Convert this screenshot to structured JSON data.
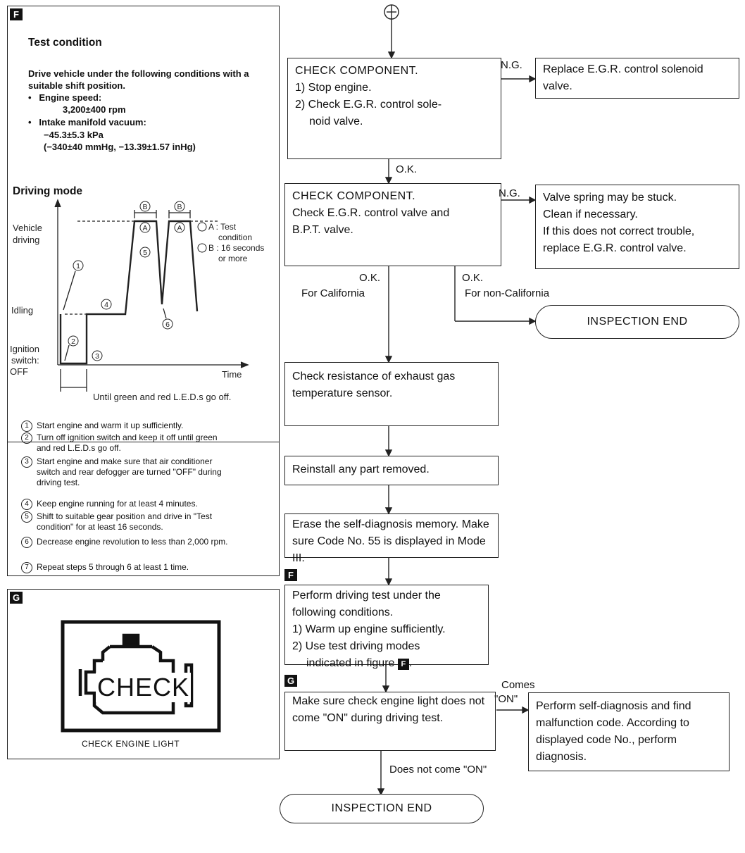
{
  "panel_f": {
    "badge": "F",
    "heading": "Test condition",
    "intro": "Drive vehicle under the following conditions with a suitable shift position.",
    "engine_speed_label": "Engine speed:",
    "engine_speed_value": "3,200±400 rpm",
    "vacuum_label": "Intake manifold vacuum:",
    "vacuum_value_1": "−45.3±5.3 kPa",
    "vacuum_value_2": "(−340±40 mmHg, −13.39±1.57 inHg)",
    "driving_mode_heading": "Driving mode",
    "graph": {
      "y_vehicle_driving_1": "Vehicle",
      "y_vehicle_driving_2": "driving",
      "y_idling": "Idling",
      "y_ignition_1": "Ignition",
      "y_ignition_2": "switch:",
      "y_ignition_3": "OFF",
      "x_time": "Time",
      "until_note": "Until green and red L.E.D.s go off.",
      "legend_a_1": "A : Test",
      "legend_a_2": "condition",
      "legend_b_1": "B : 16 seconds",
      "legend_b_2": "or more",
      "mark_a": "A",
      "mark_b": "B",
      "n1": "1",
      "n2": "2",
      "n3": "3",
      "n4": "4",
      "n5": "5",
      "n6": "6"
    },
    "steps": [
      {
        "num": "1",
        "text": "Start engine and warm it up sufficiently."
      },
      {
        "num": "2",
        "text": "Turn off ignition switch and keep it off until green and red L.E.D.s go off."
      },
      {
        "num": "3",
        "text": "Start engine and make sure that air conditioner switch and rear defogger are turned \"OFF\" during driving test."
      },
      {
        "num": "4",
        "text": "Keep engine running for at least 4 minutes."
      },
      {
        "num": "5",
        "text": "Shift to suitable gear position and drive in \"Test condition\" for at least 16 seconds."
      },
      {
        "num": "6",
        "text": "Decrease engine revolution to less than 2,000 rpm."
      },
      {
        "num": "7",
        "text": "Repeat steps 5 through 6 at least 1 time."
      }
    ]
  },
  "panel_g": {
    "badge": "G",
    "check_word": "CHECK",
    "caption": "CHECK ENGINE LIGHT"
  },
  "flow": {
    "box1": {
      "title": "CHECK COMPONENT.",
      "line1": "1) Stop engine.",
      "line2": "2) Check E.G.R. control sole-",
      "line3": "noid valve."
    },
    "box1_ng_label": "N.G.",
    "box1_ng_result": "Replace E.G.R. control solenoid valve.",
    "box1_ok_label": "O.K.",
    "box2": {
      "title": "CHECK COMPONENT.",
      "line1": "Check E.G.R. control valve and",
      "line2": "B.P.T. valve."
    },
    "box2_ng_label": "N.G.",
    "box2_ng_result_1": "Valve spring may be stuck.",
    "box2_ng_result_2": "Clean if necessary.",
    "box2_ng_result_3": "If this does not correct trouble, replace E.G.R. control valve.",
    "ok_california_1": "O.K.",
    "ok_california_2": "For California",
    "ok_non_california_1": "O.K.",
    "ok_non_california_2": "For non-California",
    "inspection_end_1": "INSPECTION END",
    "box3": "Check resistance of exhaust gas temperature sensor.",
    "box4": "Reinstall any part removed.",
    "box5": "Erase the self-diagnosis memory. Make sure Code No. 55 is displayed in Mode III.",
    "box6_badge": "F",
    "box6": {
      "line1": "Perform driving test under the",
      "line2": "following conditions.",
      "line3": "1) Warm up engine sufficiently.",
      "line4": "2) Use test driving modes",
      "line5": "indicated in figure",
      "fig_ref": "F",
      "period": "."
    },
    "box7_badge": "G",
    "box7": "Make sure check engine light does not come \"ON\" during driving test.",
    "comes_on_1": "Comes",
    "comes_on_2": "\"ON\"",
    "box7_result": "Perform self-diagnosis and find malfunction code. According to displayed code No., perform diagnosis.",
    "does_not_come_on": "Does not come \"ON\"",
    "inspection_end_2": "INSPECTION END"
  }
}
